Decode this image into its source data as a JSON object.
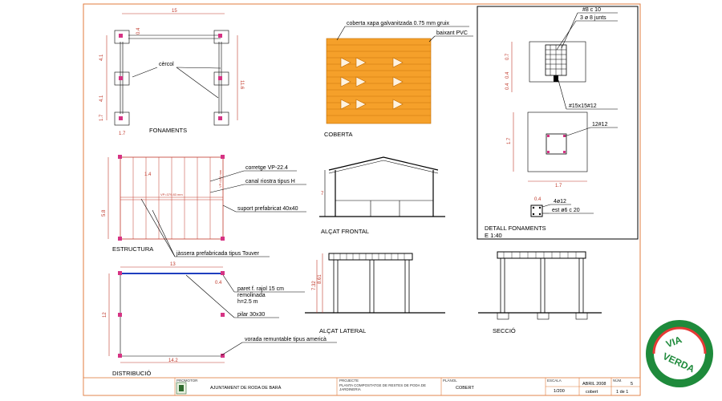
{
  "plans": {
    "fonaments": {
      "title": "FONAMENTS",
      "dim_top": "15",
      "dim_side": "11.6",
      "dim_a": "4.1",
      "dim_b": "4.1",
      "dim_c": "1.7",
      "dim_d": "0.4",
      "dim_e": "1.7",
      "callout": "cèrcol"
    },
    "coberta": {
      "title": "COBERTA",
      "callout1": "coberta xapa galvanitzada  0.75 mm gruix",
      "callout2": "baixant PVC"
    },
    "estructura": {
      "title": "ESTRUCTURA",
      "dim_side": "5.8",
      "dim_a": "1.4",
      "note_diag": "VP=379.83 mm",
      "note_vert": "VP=185 mm",
      "callout1": "corretge VP-22.4",
      "callout2": "canal riostra tipus H",
      "callout3": "suport prefabricat 40x40",
      "callout4": "jàssera prefabricada tipus Touver"
    },
    "distribucio": {
      "title": "DISTRIBUCIÓ",
      "dim_top": "13",
      "dim_bottom": "14.2",
      "dim_side": "12",
      "dim_small": "0.4",
      "callout1": "paret f. rajol 15 cm",
      "callout1b": "remolinada",
      "callout1c": "h=2.5 m",
      "callout2": "pilar  30x30",
      "callout3": "vorada remuntable tipus americà"
    },
    "alcat_frontal": {
      "title": "ALÇAT FRONTAL",
      "dim": "7"
    },
    "alcat_lateral": {
      "title": "ALÇAT LATERAL",
      "dim1": "7.32",
      "dim2": "8.61"
    },
    "seccio": {
      "title": "SECCIÓ"
    },
    "detall": {
      "title": "DETALL FONAMENTS",
      "scale": "E 1:40",
      "note1": "#8 c 10",
      "note2": "3 ø  8 junts",
      "note3": "#15x15#12",
      "note4": "12#12",
      "note5": "4ø12",
      "note6": "est ø6 c 20",
      "dim1": "0.7",
      "dim2": "0.4",
      "dim3": "0.4",
      "dim4": "1.7",
      "dim5": "1.7",
      "dim6": "0.4"
    }
  },
  "title_block": {
    "client_label": "PROMOTOR",
    "client": "AJUNTAMENT DE RODA DE BARÀ",
    "project_label": "PROJECTE",
    "project_line1": "PLANTA COMPOSTATGE DE RESTES DE PODA DE",
    "project_line2": "JARDINERIA",
    "plan_label": "PLÀNOL",
    "plan": "COBERT",
    "scale_label": "ESCALA",
    "scale": "1/200",
    "date": "ABRIL 2008",
    "plan_no_label": "NÚM.",
    "plan_no": "5",
    "file": "cobert",
    "sheet": "1 de 1"
  },
  "logo": {
    "line1": "VIA",
    "line2": "VERDA"
  }
}
